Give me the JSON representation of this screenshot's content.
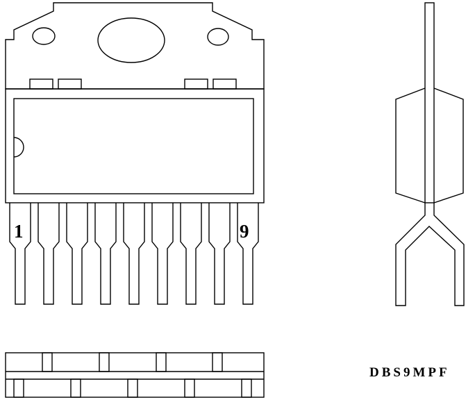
{
  "labels": {
    "pin_first": "1",
    "pin_last": "9",
    "package_name": "DBS9MPF"
  },
  "package": {
    "pin_count": 9
  },
  "colors": {
    "line": "#000000",
    "background": "#ffffff"
  }
}
